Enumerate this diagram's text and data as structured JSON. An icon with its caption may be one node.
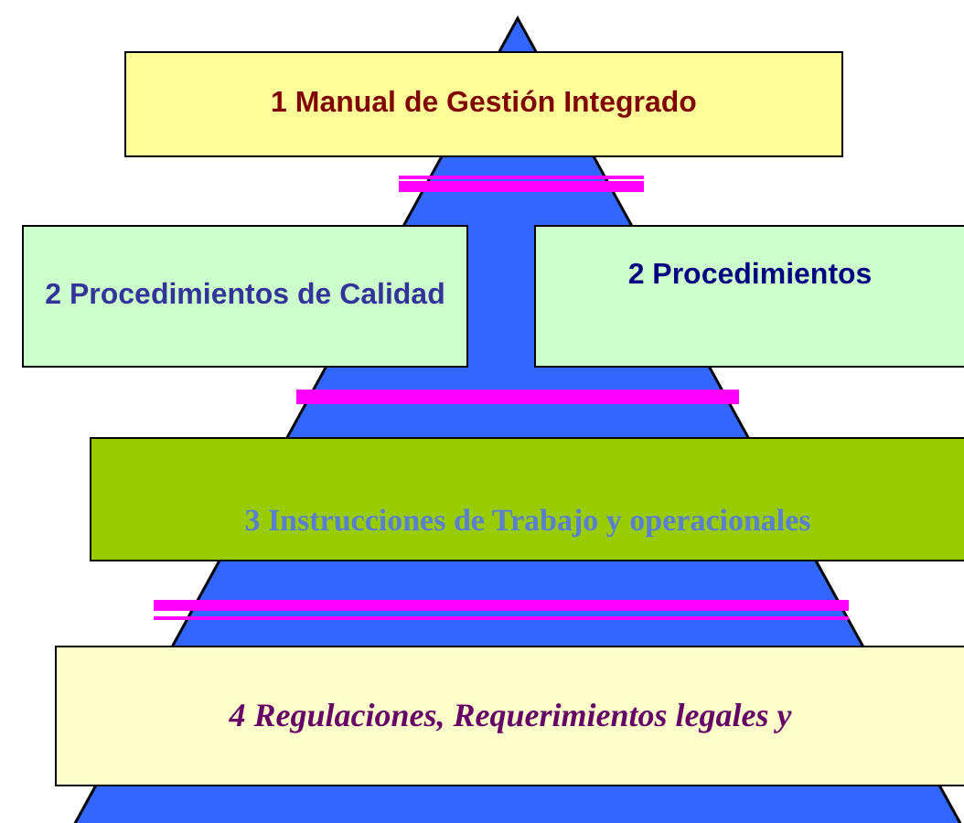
{
  "diagram": {
    "nodes": [
      {
        "text": [
          "1 Manual de Gestión Integrado"
        ]
      },
      {
        "text": [
          "2 Procedimientos de Calidad"
        ]
      },
      {
        "text": [
          "2 Procedimientos"
        ]
      },
      {
        "text": [
          "3 Instrucciones de Trabajo y operacionales"
        ]
      },
      {
        "text": [
          "4 Regulaciones, Requerimientos legales y"
        ]
      }
    ]
  }
}
